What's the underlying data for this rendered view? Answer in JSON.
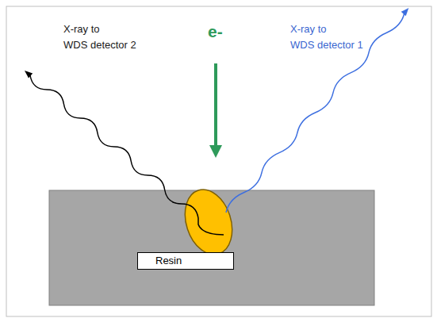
{
  "diagram": {
    "nodes": [
      {
        "text": [
          "Resin"
        ]
      }
    ],
    "labels": [
      "X-ray to WDS detector 2",
      "e-",
      "X-ray to WDS detector 1"
    ]
  }
}
